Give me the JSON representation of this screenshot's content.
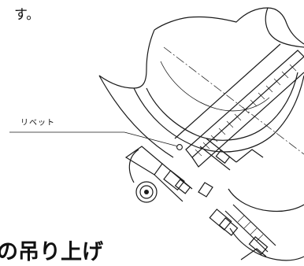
{
  "body_text_fragment": "す。",
  "callout_label": "リベット",
  "heading_fragment": "の吊り上げ"
}
